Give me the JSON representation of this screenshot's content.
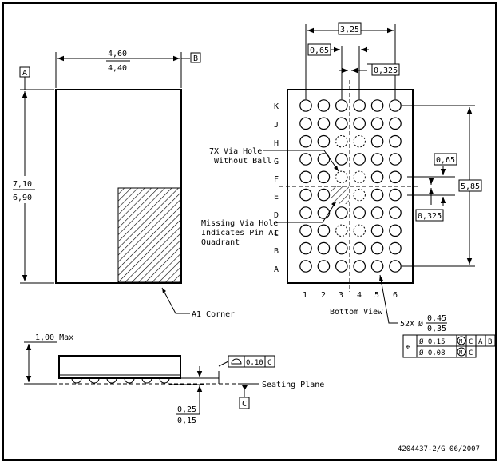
{
  "top_view": {
    "width_max": "4,60",
    "width_min": "4,40",
    "height_max": "7,10",
    "height_min": "6,90",
    "datum_a": "A",
    "datum_b": "B",
    "corner_label": "A1 Corner"
  },
  "bottom_view": {
    "title": "Bottom View",
    "rows": [
      "K",
      "J",
      "H",
      "G",
      "F",
      "E",
      "D",
      "C",
      "B",
      "A"
    ],
    "cols": [
      "1",
      "2",
      "3",
      "4",
      "5",
      "6"
    ],
    "dim_total_width": "3,25",
    "dim_pitch": "0,65",
    "dim_half_pitch": "0,325",
    "dim_right_pitch": "0,65",
    "dim_right_half": "0,325",
    "dim_height": "5,85",
    "via_label_1": "7X Via Hole",
    "via_label_2": "Without Ball",
    "missing_label_1": "Missing Via Hole",
    "missing_label_2": "Indicates Pin A1",
    "missing_label_3": "Quadrant",
    "ball_count": "52X",
    "ball_dia_sym": "Ø",
    "ball_dia_max": "0,45",
    "ball_dia_min": "0,35"
  },
  "tolerance_frame": {
    "symbol": "⌖",
    "row1": [
      "Ø 0,15",
      "M",
      "C",
      "A",
      "B"
    ],
    "row2": [
      "Ø 0,08",
      "M",
      "C"
    ]
  },
  "side_view": {
    "height_label": "1,00 Max",
    "flatness": "0,10",
    "flatness_datum": "C",
    "seating_plane": "Seating Plane",
    "datum_c": "C",
    "standoff_max": "0,25",
    "standoff_min": "0,15"
  },
  "footer": {
    "doc_id": "4204437-2/G  06/2007"
  }
}
